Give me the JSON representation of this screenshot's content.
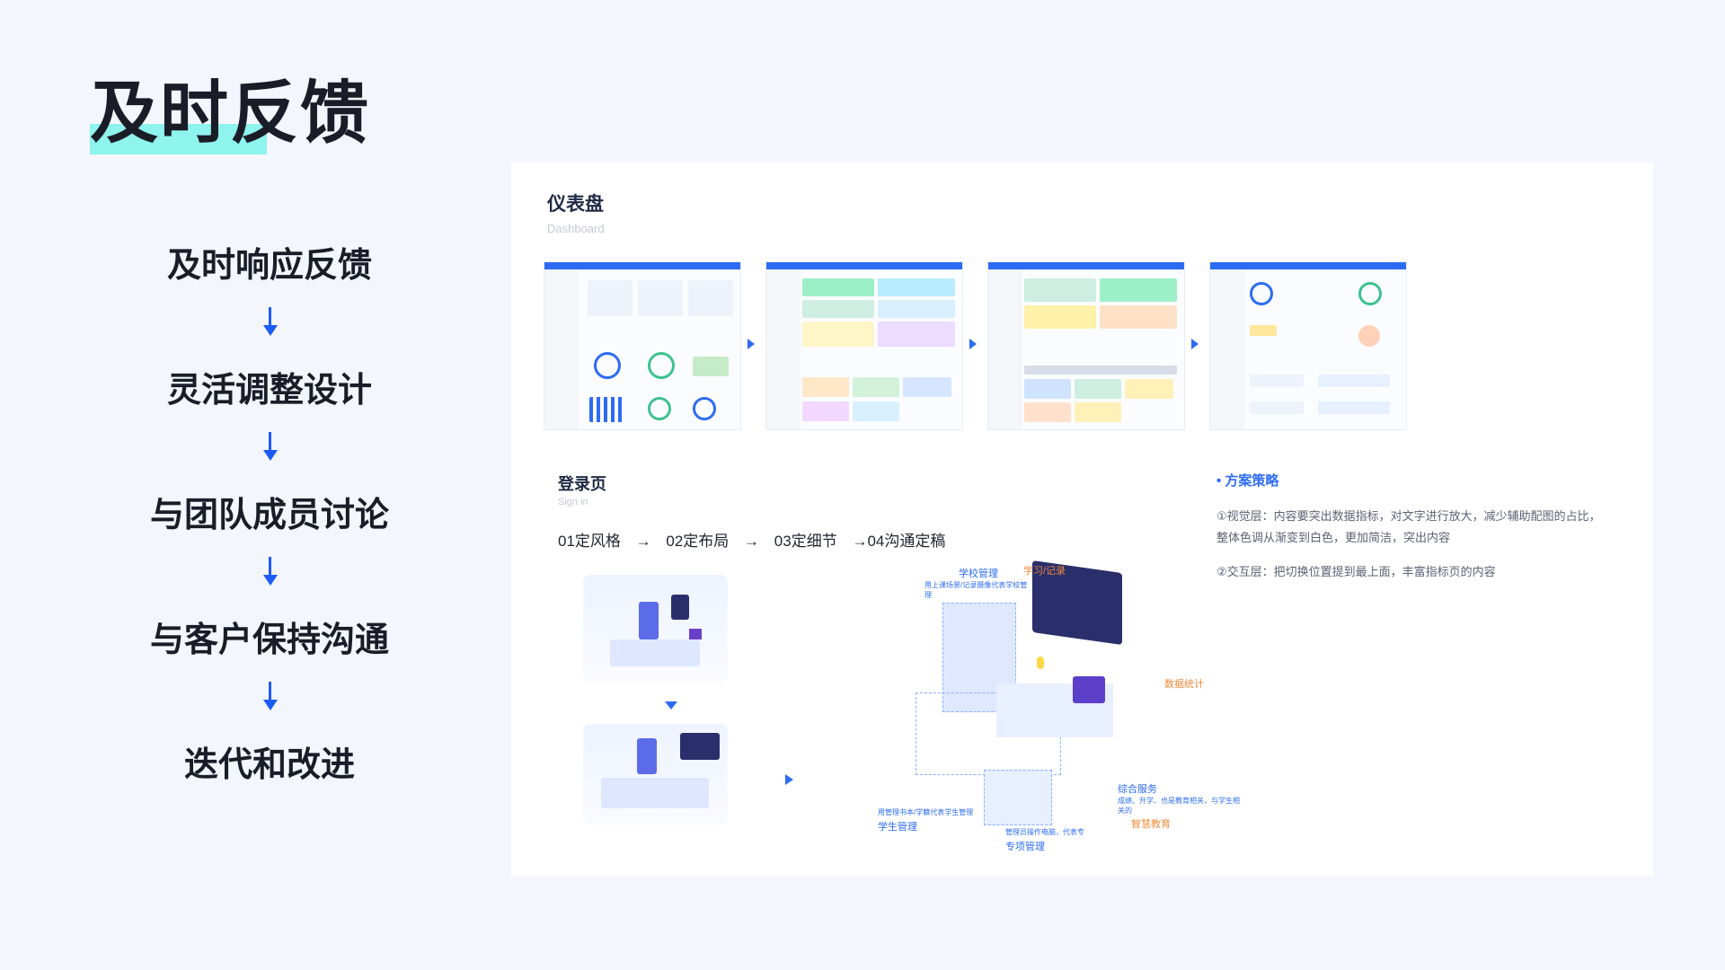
{
  "page": {
    "title": "及时反馈",
    "flow_steps": [
      "及时响应反馈",
      "灵活调整设计",
      "与团队成员讨论",
      "与客户保持沟通",
      "迭代和改进"
    ]
  },
  "dashboard": {
    "title": "仪表盘",
    "subtitle": "Dashboard"
  },
  "login": {
    "title": "登录页",
    "subtitle": "Sign in",
    "steps": [
      "01定风格",
      "→",
      "02定布局",
      "→",
      "03定细节",
      "→04沟通定稿"
    ]
  },
  "illustration_labels": {
    "school": "学校管理",
    "school_desc": "用上课场景/记录摄像代表学校管理",
    "study": "学习/记录",
    "data": "数据统计",
    "student": "学生管理",
    "student_desc": "用管理书本/学籍代表学生管理",
    "project": "专项管理",
    "project_desc": "管理员操作电脑，代表专",
    "service": "综合服务",
    "service_desc": "成绩、升学、也是教育相关，与学生相关的",
    "smart": "智慧教育"
  },
  "strategy": {
    "heading": "• 方案策略",
    "point1": "①视觉层：内容要突出数据指标，对文字进行放大，减少辅助配图的占比，整体色调从渐变到白色，更加简洁，突出内容",
    "point2": "②交互层：把切换位置提到最上面，丰富指标页的内容"
  },
  "colors": {
    "accent": "#2d6cf2",
    "highlight": "#8ff3ee",
    "orange": "#f08a3c"
  }
}
